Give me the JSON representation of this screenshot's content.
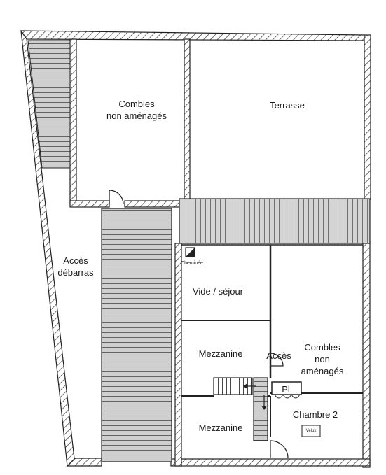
{
  "rooms": {
    "combles_1": "Combles\nnon aménagés",
    "terrasse": "Terrasse",
    "acces_debarras": "Accès\ndébarras",
    "cheminee": "Cheminée",
    "vide_sejour": "Vide / séjour",
    "mezzanine_1": "Mezzanine",
    "acces": "Accès",
    "combles_2": "Combles\nnon\naménagés",
    "placard": "Pl",
    "chambre_2": "Chambre 2",
    "velux": "Velux",
    "mezzanine_2": "Mezzanine"
  },
  "colors": {
    "wall": "#222222",
    "hatch_fill": "#d6d6d6",
    "background": "#ffffff"
  }
}
